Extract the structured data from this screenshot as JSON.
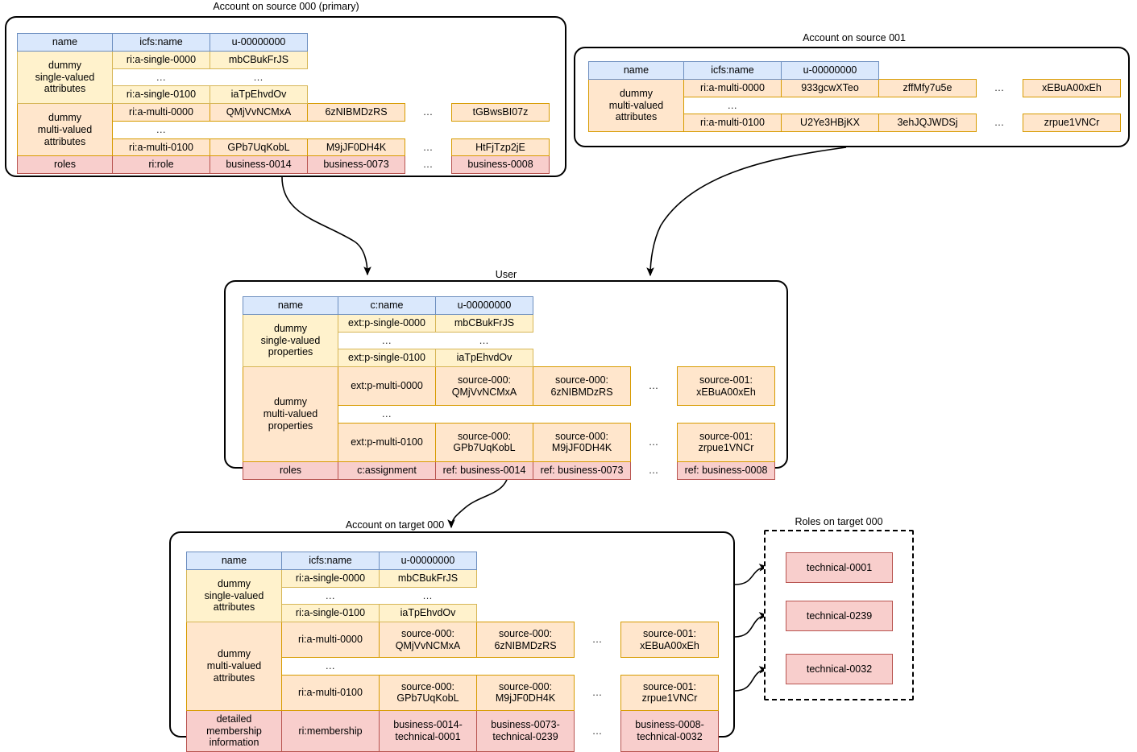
{
  "diagram": {
    "title": "Identity account / user / target mapping diagram",
    "palette": {
      "header_fill": "#dae8fc",
      "header_stroke": "#6c8ebf",
      "single_fill": "#fff2cc",
      "single_stroke": "#d6b656",
      "multi_fill": "#ffe6cc",
      "multi_stroke": "#d79b00",
      "role_fill": "#f8cecc",
      "role_stroke": "#b85450",
      "box_stroke": "#000000",
      "background": "#ffffff"
    },
    "ellipsis": "…"
  },
  "source000": {
    "title": "Account on source 000 (primary)",
    "header": {
      "label": "name",
      "attr": "icfs:name",
      "value": "u-00000000"
    },
    "single": {
      "row_label": "dummy\nsingle-valued\nattributes",
      "row_label_lines": [
        "dummy",
        "single-valued",
        "attributes"
      ],
      "rows": [
        {
          "attr": "ri:a-single-0000",
          "value": "mbCBukFrJS"
        },
        {
          "attr": "…",
          "value": "…"
        },
        {
          "attr": "ri:a-single-0100",
          "value": "iaTpEhvdOv"
        }
      ]
    },
    "multi": {
      "row_label_lines": [
        "dummy",
        "multi-valued",
        "attributes"
      ],
      "rows": [
        {
          "attr": "ri:a-multi-0000",
          "values": [
            "QMjVvNCMxA",
            "6zNIBMDzRS"
          ],
          "ellipsis": "…",
          "last": "tGBwsBI07z"
        },
        {
          "attr": "…",
          "values": [],
          "ellipsis": "",
          "last": ""
        },
        {
          "attr": "ri:a-multi-0100",
          "values": [
            "GPb7UqKobL",
            "M9jJF0DH4K"
          ],
          "ellipsis": "…",
          "last": "HtFjTzp2jE"
        }
      ]
    },
    "roles": {
      "label": "roles",
      "attr": "ri:role",
      "values": [
        "business-0014",
        "business-0073"
      ],
      "ellipsis": "…",
      "last": "business-0008"
    }
  },
  "source001": {
    "title": "Account on source 001",
    "header": {
      "label": "name",
      "attr": "icfs:name",
      "value": "u-00000000"
    },
    "multi": {
      "row_label_lines": [
        "dummy",
        "multi-valued",
        "attributes"
      ],
      "rows": [
        {
          "attr": "ri:a-multi-0000",
          "values": [
            "933gcwXTeo",
            "zffMfy7u5e"
          ],
          "ellipsis": "…",
          "last": "xEBuA00xEh"
        },
        {
          "attr": "…",
          "values": [],
          "ellipsis": "",
          "last": ""
        },
        {
          "attr": "ri:a-multi-0100",
          "values": [
            "U2Ye3HBjKX",
            "3ehJQJWDSj"
          ],
          "ellipsis": "…",
          "last": "zrpue1VNCr"
        }
      ]
    }
  },
  "user": {
    "title": "User",
    "header": {
      "label": "name",
      "attr": "c:name",
      "value": "u-00000000"
    },
    "single": {
      "row_label_lines": [
        "dummy",
        "single-valued",
        "properties"
      ],
      "rows": [
        {
          "attr": "ext:p-single-0000",
          "value": "mbCBukFrJS"
        },
        {
          "attr": "…",
          "value": "…"
        },
        {
          "attr": "ext:p-single-0100",
          "value": "iaTpEhvdOv"
        }
      ]
    },
    "multi": {
      "row_label_lines": [
        "dummy",
        "multi-valued",
        "properties"
      ],
      "rows": [
        {
          "attr": "ext:p-multi-0000",
          "values": [
            "source-000:\nQMjVvNCMxA",
            "source-000:\n6zNIBMDzRS"
          ],
          "value0_l1": "source-000:",
          "value0_l2": "QMjVvNCMxA",
          "value1_l1": "source-000:",
          "value1_l2": "6zNIBMDzRS",
          "ellipsis": "…",
          "last_l1": "source-001:",
          "last_l2": "xEBuA00xEh"
        },
        {
          "attr": "…"
        },
        {
          "attr": "ext:p-multi-0100",
          "value0_l1": "source-000:",
          "value0_l2": "GPb7UqKobL",
          "value1_l1": "source-000:",
          "value1_l2": "M9jJF0DH4K",
          "ellipsis": "…",
          "last_l1": "source-001:",
          "last_l2": "zrpue1VNCr"
        }
      ]
    },
    "roles": {
      "label": "roles",
      "attr": "c:assignment",
      "values": [
        "ref: business-0014",
        "ref: business-0073"
      ],
      "ellipsis": "…",
      "last": "ref: business-0008"
    }
  },
  "target000": {
    "title": "Account on target 000",
    "header": {
      "label": "name",
      "attr": "icfs:name",
      "value": "u-00000000"
    },
    "single": {
      "row_label_lines": [
        "dummy",
        "single-valued",
        "attributes"
      ],
      "rows": [
        {
          "attr": "ri:a-single-0000",
          "value": "mbCBukFrJS"
        },
        {
          "attr": "…",
          "value": "…"
        },
        {
          "attr": "ri:a-single-0100",
          "value": "iaTpEhvdOv"
        }
      ]
    },
    "multi": {
      "row_label_lines": [
        "dummy",
        "multi-valued",
        "attributes"
      ],
      "rows": [
        {
          "attr": "ri:a-multi-0000",
          "value0_l1": "source-000:",
          "value0_l2": "QMjVvNCMxA",
          "value1_l1": "source-000:",
          "value1_l2": "6zNIBMDzRS",
          "ellipsis": "…",
          "last_l1": "source-001:",
          "last_l2": "xEBuA00xEh"
        },
        {
          "attr": "…"
        },
        {
          "attr": "ri:a-multi-0100",
          "value0_l1": "source-000:",
          "value0_l2": "GPb7UqKobL",
          "value1_l1": "source-000:",
          "value1_l2": "M9jJF0DH4K",
          "ellipsis": "…",
          "last_l1": "source-001:",
          "last_l2": "zrpue1VNCr"
        }
      ]
    },
    "membership": {
      "label_l1": "detailed membership",
      "label_l2": "information",
      "attr": "ri:membership",
      "value0_l1": "business-0014-",
      "value0_l2": "technical-0001",
      "value1_l1": "business-0073-",
      "value1_l2": "technical-0239",
      "ellipsis": "…",
      "last_l1": "business-0008-",
      "last_l2": "technical-0032"
    }
  },
  "rolesTarget": {
    "title": "Roles on target 000",
    "items": [
      "technical-0001",
      "technical-0239",
      "technical-0032"
    ]
  }
}
